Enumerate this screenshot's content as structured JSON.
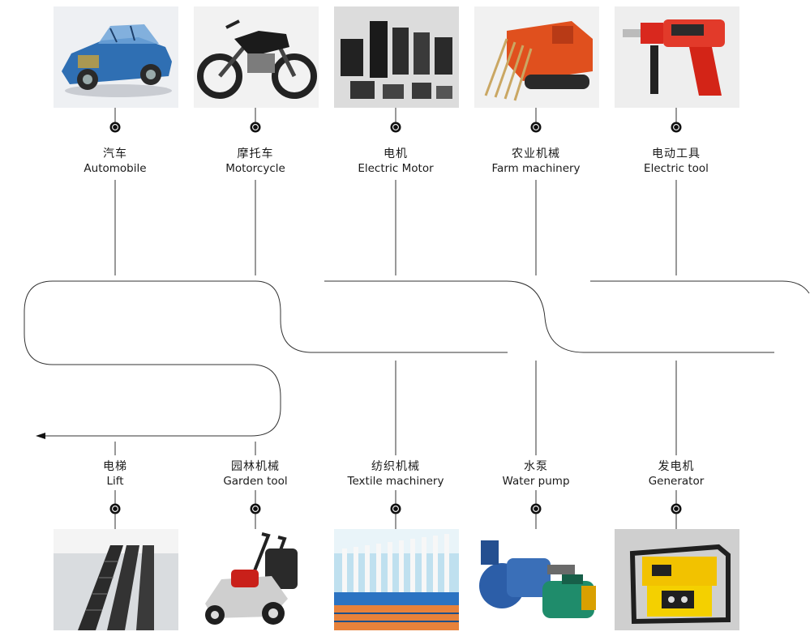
{
  "top_items": [
    {
      "zh": "汽车",
      "en": "Automobile",
      "icon": "car-icon"
    },
    {
      "zh": "摩托车",
      "en": "Motorcycle",
      "icon": "motorcycle-icon"
    },
    {
      "zh": "电机",
      "en": "Electric Motor",
      "icon": "electric-motor-icon"
    },
    {
      "zh": "农业机械",
      "en": "Farm machinery",
      "icon": "farm-machinery-icon"
    },
    {
      "zh": "电动工具",
      "en": "Electric tool",
      "icon": "power-drill-icon"
    }
  ],
  "bottom_items": [
    {
      "zh": "电梯",
      "en": "Lift",
      "icon": "escalator-icon"
    },
    {
      "zh": "园林机械",
      "en": "Garden tool",
      "icon": "lawn-mower-icon"
    },
    {
      "zh": "纺织机械",
      "en": "Textile machinery",
      "icon": "textile-machine-icon"
    },
    {
      "zh": "水泵",
      "en": "Water pump",
      "icon": "water-pump-icon"
    },
    {
      "zh": "发电机",
      "en": "Generator",
      "icon": "generator-icon"
    }
  ],
  "colors": {
    "line": "#333333",
    "photo_bg": "#eaeaea",
    "accent_red": "#d9281e",
    "accent_orange": "#e0501e",
    "accent_yellow": "#f2c200",
    "accent_blue": "#3a6fb8"
  }
}
